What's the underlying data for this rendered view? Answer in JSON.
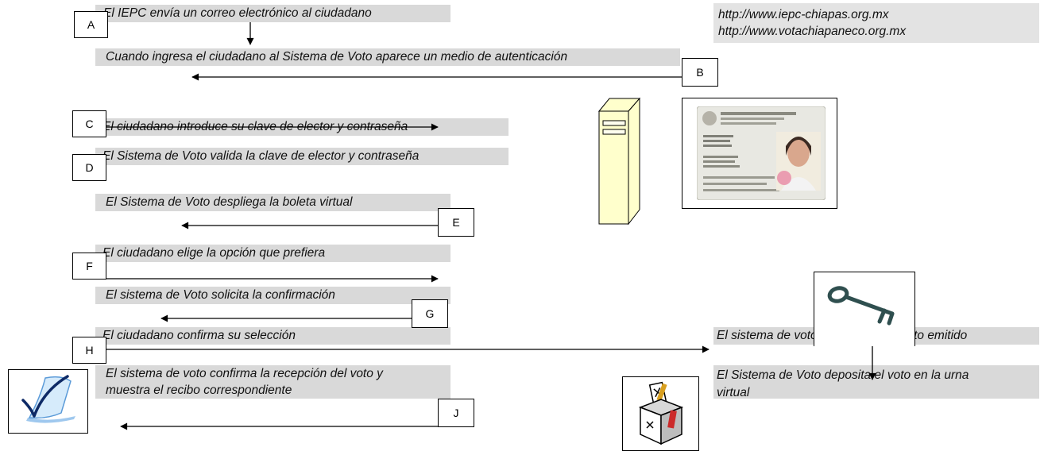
{
  "steps": {
    "a": "El IEPC envía un correo electrónico al ciudadano",
    "b": "Cuando ingresa el ciudadano al Sistema de Voto aparece un medio de autenticación",
    "c": "El ciudadano introduce su clave de elector y contraseña",
    "d": "El Sistema de Voto valida la clave de elector y contraseña",
    "e": "El Sistema de Voto despliega la boleta virtual",
    "f": "El ciudadano elige la opción que prefiera",
    "g": "El sistema de Voto solicita la confirmación",
    "h": "El ciudadano confirma su selección",
    "i_line1": "El sistema de voto confirma la recepción del voto y",
    "i_line2": "muestra el recibo correspondiente",
    "k": "El sistema de voto cifra y firma el voto emitido",
    "l_line1": "El Sistema de Voto deposita el voto en la urna",
    "l_line2": "virtual"
  },
  "urls": {
    "url1": "http://www.iepc-chiapas.org.mx",
    "url2": "http://www.votachiapaneco.org.mx"
  },
  "labels": {
    "a": "A",
    "b": "B",
    "c": "C",
    "d": "D",
    "e": "E",
    "f": "F",
    "g": "G",
    "h": "H",
    "j": "J"
  },
  "icons": {
    "server": "server-icon",
    "id_card": "voter-id-card-icon",
    "key": "key-icon",
    "checkmark": "checkmark-receipt-icon",
    "ballot_box": "ballot-box-icon"
  },
  "colors": {
    "bar": "#d9d9d9",
    "server_fill": "#ffffcc"
  }
}
